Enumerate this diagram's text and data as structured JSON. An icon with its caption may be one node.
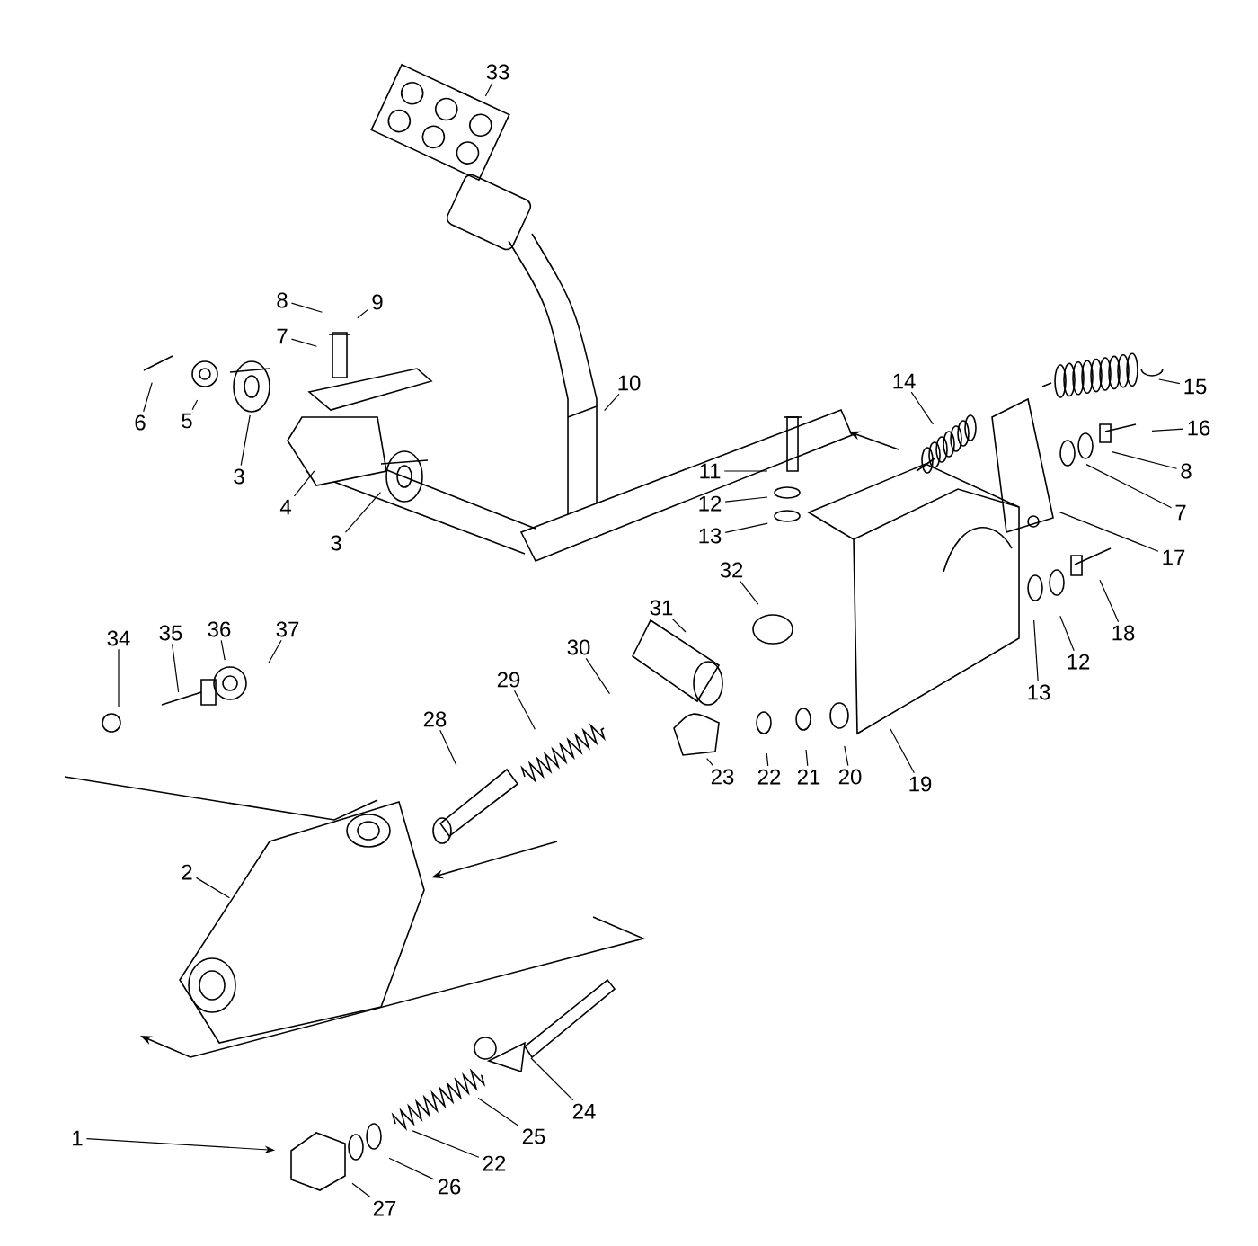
{
  "diagram": {
    "nodes": [
      {
        "text": [
          "33"
        ]
      },
      {
        "text": [
          "9"
        ]
      },
      {
        "text": [
          "8"
        ]
      },
      {
        "text": [
          "7"
        ]
      },
      {
        "text": [
          "6"
        ]
      },
      {
        "text": [
          "5"
        ]
      },
      {
        "text": [
          "3"
        ]
      },
      {
        "text": [
          "4"
        ]
      },
      {
        "text": [
          "3"
        ]
      },
      {
        "text": [
          "10"
        ]
      },
      {
        "text": [
          "14"
        ]
      },
      {
        "text": [
          "15"
        ]
      },
      {
        "text": [
          "16"
        ]
      },
      {
        "text": [
          "8"
        ]
      },
      {
        "text": [
          "7"
        ]
      },
      {
        "text": [
          "17"
        ]
      },
      {
        "text": [
          "11"
        ]
      },
      {
        "text": [
          "12"
        ]
      },
      {
        "text": [
          "13"
        ]
      },
      {
        "text": [
          "32"
        ]
      },
      {
        "text": [
          "31"
        ]
      },
      {
        "text": [
          "18"
        ]
      },
      {
        "text": [
          "12"
        ]
      },
      {
        "text": [
          "13"
        ]
      },
      {
        "text": [
          "34"
        ]
      },
      {
        "text": [
          "35"
        ]
      },
      {
        "text": [
          "36"
        ]
      },
      {
        "text": [
          "37"
        ]
      },
      {
        "text": [
          "30"
        ]
      },
      {
        "text": [
          "29"
        ]
      },
      {
        "text": [
          "28"
        ]
      },
      {
        "text": [
          "19"
        ]
      },
      {
        "text": [
          "23"
        ]
      },
      {
        "text": [
          "22"
        ]
      },
      {
        "text": [
          "21"
        ]
      },
      {
        "text": [
          "20"
        ]
      },
      {
        "text": [
          "2"
        ]
      },
      {
        "text": [
          "24"
        ]
      },
      {
        "text": [
          "25"
        ]
      },
      {
        "text": [
          "1"
        ]
      },
      {
        "text": [
          "22"
        ]
      },
      {
        "text": [
          "26"
        ]
      },
      {
        "text": [
          "27"
        ]
      }
    ],
    "edges": [
      {
        "from": 0,
        "to": null,
        "arrow": "none"
      },
      {
        "from": 1,
        "to": null,
        "arrow": "none"
      },
      {
        "from": 2,
        "to": null,
        "arrow": "none"
      },
      {
        "from": 3,
        "to": null,
        "arrow": "none"
      },
      {
        "from": 4,
        "to": null,
        "arrow": "none"
      },
      {
        "from": 5,
        "to": null,
        "arrow": "none"
      },
      {
        "from": 6,
        "to": null,
        "arrow": "none"
      },
      {
        "from": 7,
        "to": null,
        "arrow": "none"
      },
      {
        "from": 8,
        "to": null,
        "arrow": "none"
      },
      {
        "from": 9,
        "to": null,
        "arrow": "none"
      },
      {
        "from": 10,
        "to": null,
        "arrow": "none"
      },
      {
        "from": 11,
        "to": null,
        "arrow": "none"
      },
      {
        "from": 12,
        "to": null,
        "arrow": "none"
      },
      {
        "from": 13,
        "to": null,
        "arrow": "none"
      },
      {
        "from": 14,
        "to": null,
        "arrow": "none"
      },
      {
        "from": 15,
        "to": null,
        "arrow": "none"
      },
      {
        "from": 16,
        "to": null,
        "arrow": "none"
      },
      {
        "from": 17,
        "to": null,
        "arrow": "none"
      },
      {
        "from": 18,
        "to": null,
        "arrow": "none"
      },
      {
        "from": 19,
        "to": null,
        "arrow": "none"
      },
      {
        "from": 20,
        "to": null,
        "arrow": "none"
      },
      {
        "from": 21,
        "to": null,
        "arrow": "none"
      },
      {
        "from": 22,
        "to": null,
        "arrow": "none"
      },
      {
        "from": 23,
        "to": null,
        "arrow": "none"
      },
      {
        "from": 24,
        "to": null,
        "arrow": "none"
      },
      {
        "from": 25,
        "to": null,
        "arrow": "none"
      },
      {
        "from": 26,
        "to": null,
        "arrow": "none"
      },
      {
        "from": 27,
        "to": null,
        "arrow": "none"
      },
      {
        "from": 28,
        "to": null,
        "arrow": "none"
      },
      {
        "from": 29,
        "to": null,
        "arrow": "none"
      },
      {
        "from": 30,
        "to": null,
        "arrow": "none"
      },
      {
        "from": 31,
        "to": null,
        "arrow": "none"
      },
      {
        "from": 32,
        "to": null,
        "arrow": "none"
      },
      {
        "from": 33,
        "to": null,
        "arrow": "none"
      },
      {
        "from": 34,
        "to": null,
        "arrow": "none"
      },
      {
        "from": 35,
        "to": null,
        "arrow": "none"
      },
      {
        "from": 36,
        "to": null,
        "arrow": "none"
      },
      {
        "from": 37,
        "to": null,
        "arrow": "none"
      },
      {
        "from": 38,
        "to": null,
        "arrow": "none"
      },
      {
        "from": 39,
        "to": null,
        "arrow": "to"
      },
      {
        "from": 40,
        "to": null,
        "arrow": "none"
      },
      {
        "from": 41,
        "to": null,
        "arrow": "none"
      },
      {
        "from": 42,
        "to": null,
        "arrow": "none"
      }
    ]
  }
}
